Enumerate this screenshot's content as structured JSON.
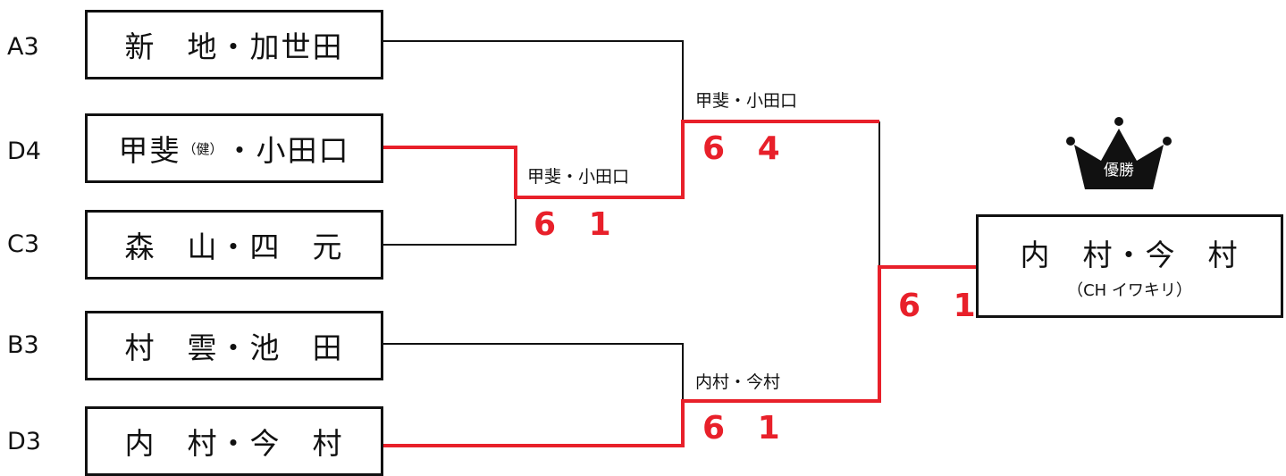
{
  "colors": {
    "winner_line": "#e8202a",
    "line": "#111111",
    "score": "#e8202a"
  },
  "entries": [
    {
      "seed": "A3",
      "name": "新　地・加世田"
    },
    {
      "seed": "D4",
      "name_left": "甲斐",
      "affix": "（健）",
      "name_right": "・小田口"
    },
    {
      "seed": "C3",
      "name": "森　山・四　元"
    },
    {
      "seed": "B3",
      "name": "村　雲・池　田"
    },
    {
      "seed": "D3",
      "name": "内　村・今　村"
    }
  ],
  "matches": {
    "r1": {
      "winner": "甲斐・小田口",
      "score": "6 1"
    },
    "semi_top": {
      "winner": "甲斐・小田口",
      "score": "6 4"
    },
    "semi_bottom": {
      "winner": "内村・今村",
      "score": "6 1"
    },
    "final": {
      "score": "6 1"
    }
  },
  "champion": {
    "badge": "優勝",
    "name": "内　村・今　村",
    "note": "（CH イワキリ）",
    "icon": "crown-icon"
  }
}
